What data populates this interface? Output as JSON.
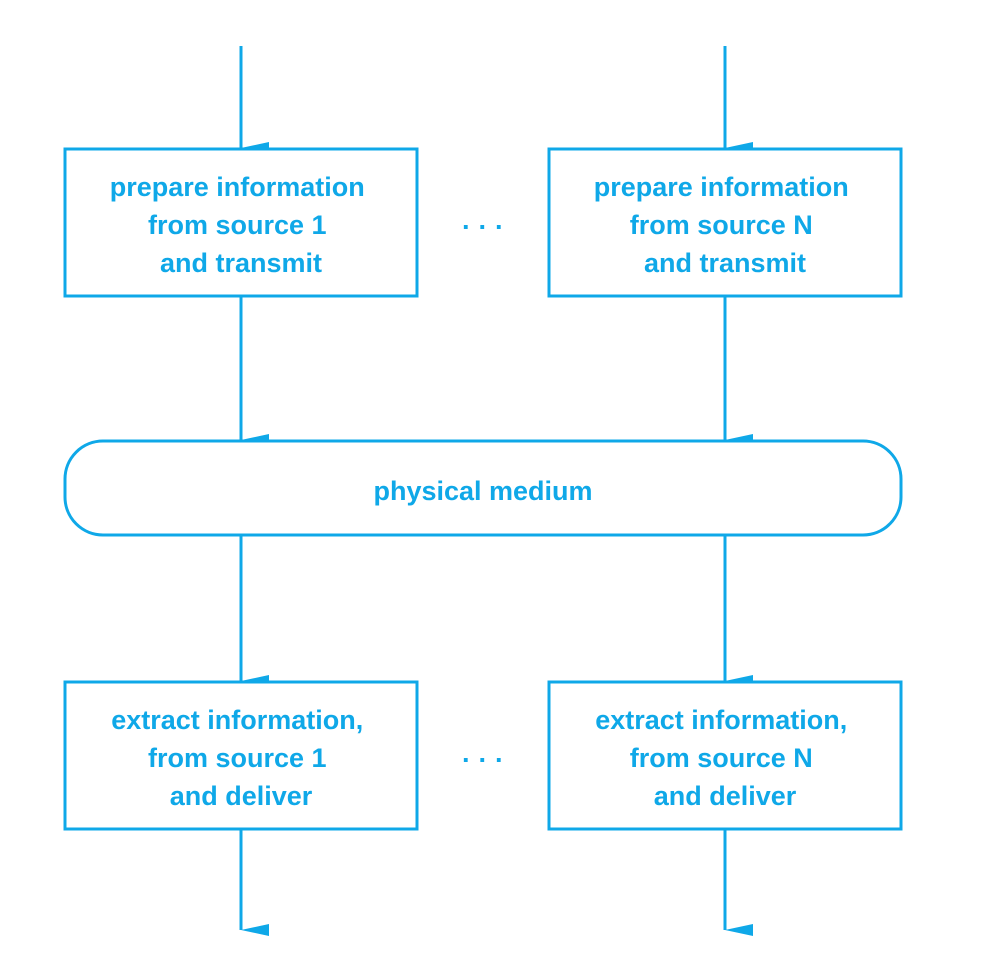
{
  "colors": {
    "accent": "#0FA8E8",
    "background": "#FFFFFF"
  },
  "boxes": {
    "prepare_1": [
      "prepare information",
      "from source 1",
      "and transmit"
    ],
    "prepare_n": [
      "prepare information",
      "from source N",
      "and transmit"
    ],
    "extract_1": [
      "extract information,",
      "from source 1",
      "and deliver"
    ],
    "extract_n": [
      "extract information,",
      "from source N",
      "and deliver"
    ]
  },
  "medium": {
    "label": "physical medium"
  },
  "ellipsis": {
    "top": "· · ·",
    "bottom": "· · ·"
  }
}
